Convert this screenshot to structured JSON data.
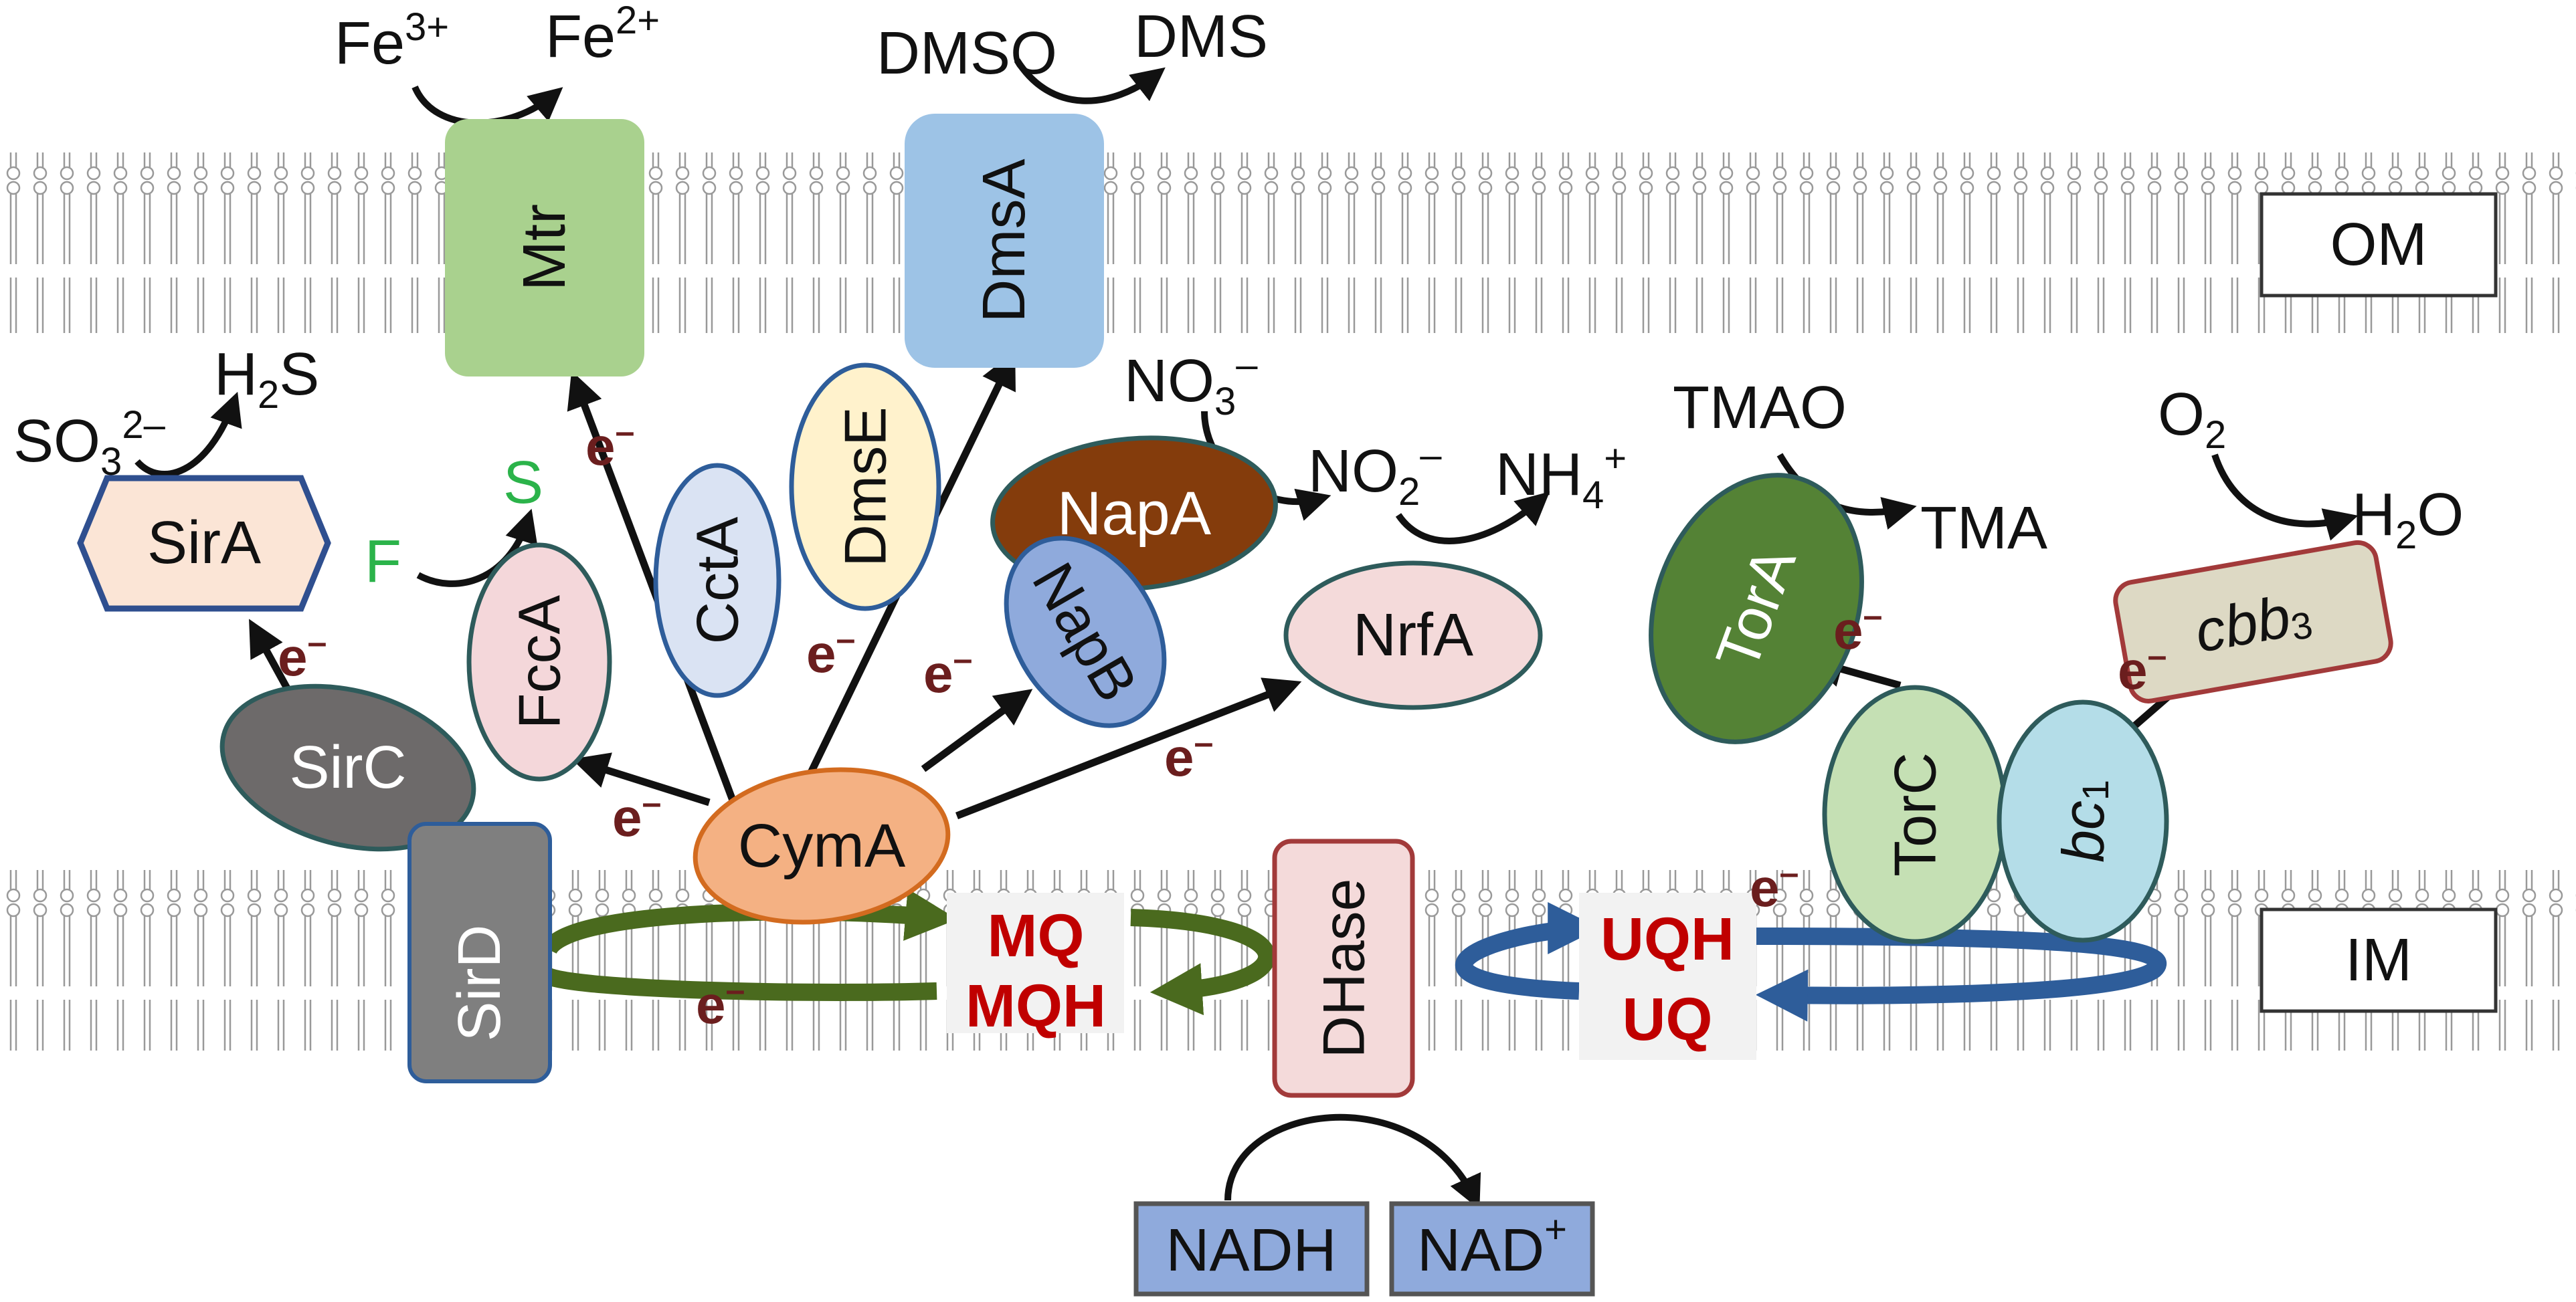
{
  "membranes": {
    "outer": {
      "label": "OM"
    },
    "inner": {
      "label": "IM"
    }
  },
  "proteins": {
    "mtr": "Mtr",
    "dmsa": "DmsA",
    "sira": "SirA",
    "sirc": "SirC",
    "sird": "SirD",
    "fcca": "FccA",
    "ccta": "CctA",
    "dmse": "DmsE",
    "napa": "NapA",
    "napb": "NapB",
    "nrfa": "NrfA",
    "cyma": "CymA",
    "dhase": "DHase",
    "tora": "TorA",
    "torc": "TorC",
    "bc1": {
      "main": "bc",
      "sub": "1"
    },
    "cbb3": {
      "main": "cbb",
      "sub": "3"
    }
  },
  "quinones": {
    "mq": "MQ",
    "mqh": "MQH",
    "uqh": "UQH",
    "uq": "UQ"
  },
  "substrates": {
    "fe3": {
      "main": "Fe",
      "sup": "3+"
    },
    "fe2": {
      "main": "Fe",
      "sup": "2+"
    },
    "dmso": "DMSO",
    "dms": "DMS",
    "so3": {
      "main": "SO",
      "sub": "3",
      "sup": "2–"
    },
    "h2s": {
      "main": "H",
      "sub": "2",
      "tail": "S"
    },
    "f": "F",
    "s": "S",
    "no3": {
      "main": "NO",
      "sub": "3",
      "sup": "–"
    },
    "no2": {
      "main": "NO",
      "sub": "2",
      "sup": "–"
    },
    "nh4": {
      "main": "NH",
      "sub": "4",
      "sup": "+"
    },
    "tmao": "TMAO",
    "tma": "TMA",
    "o2": {
      "main": "O",
      "sub": "2"
    },
    "h2o": {
      "main": "H",
      "sub": "2",
      "tail": "O"
    },
    "nadh": "NADH",
    "nad": {
      "main": "NAD",
      "sup": "+"
    }
  },
  "electron_label": {
    "main": "e",
    "sup": "–"
  },
  "colors": {
    "mtr": "#a9d18e",
    "dmsa": "#9dc3e6",
    "sira": "#fbe5d6",
    "sirc": "#6d6a6a",
    "sird": "#7f7f7f",
    "fcca": "#f4d7da",
    "ccta": "#dae3f3",
    "dmse": "#fff2cc",
    "napa": "#843c0c",
    "napb": "#8faadc",
    "nrfa": "#f4dada",
    "cyma": "#f4b183",
    "dhase": "#f4dada",
    "tora": "#548235",
    "torc": "#c5e0b4",
    "bc1": "#b4dde8",
    "cbb3": "#ddd9c4",
    "nad_boxes": "#8faadc",
    "mq_cycle": "#4a6a1e",
    "uq_cycle": "#2e5d9a",
    "quinone_text": "#c00000",
    "green_text": "#2bb34a"
  }
}
